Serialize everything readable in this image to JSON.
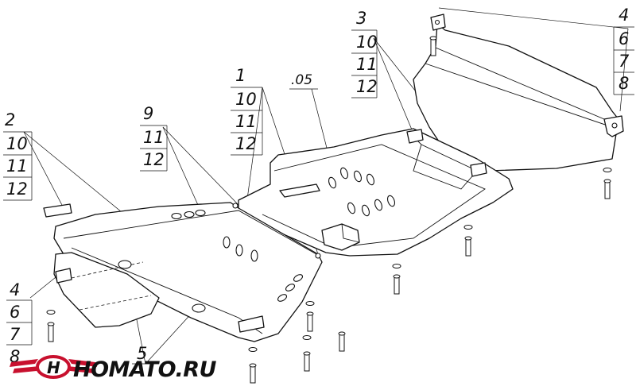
{
  "callouts": {
    "group_left": [
      "2",
      "10",
      "11",
      "12"
    ],
    "group_left_bottom": [
      "4",
      "6",
      "7",
      "8"
    ],
    "group_9": [
      "9",
      "11",
      "12"
    ],
    "group_1": [
      "1",
      "10",
      "11",
      "12"
    ],
    "group_05": ".05",
    "group_3": [
      "3",
      "10",
      "11",
      "12"
    ],
    "group_right": [
      "4",
      "6",
      "7",
      "8"
    ],
    "label_5": "5"
  },
  "logo": {
    "text": "HOMATO.RU",
    "accent_color": "#c8102e"
  }
}
